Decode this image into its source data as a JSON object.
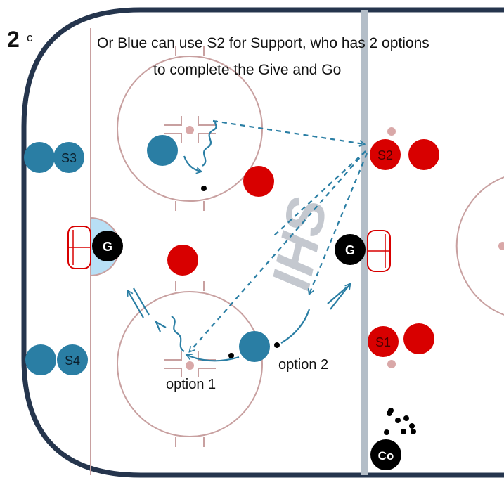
{
  "diagram": {
    "step_number": "2",
    "step_suffix": "c",
    "caption_line1": "Or Blue can use S2 for Support, who has 2 options",
    "caption_line2": "to complete the Give and Go",
    "option1_label": "option 1",
    "option2_label": "option 2",
    "logo_text": "IHS"
  },
  "players": {
    "s3": "S3",
    "s4": "S4",
    "s2": "S2",
    "s1": "S1",
    "goalie_left": "G",
    "goalie_right": "G",
    "coach": "Co"
  },
  "colors": {
    "blue_team": "#2a7ea4",
    "red_team": "#d80000",
    "board": "#25354d",
    "rink_line": "#c8a0a0",
    "blue_line": "#b4bec8",
    "crease": "#b8dff5",
    "path": "#2a7ea4"
  }
}
